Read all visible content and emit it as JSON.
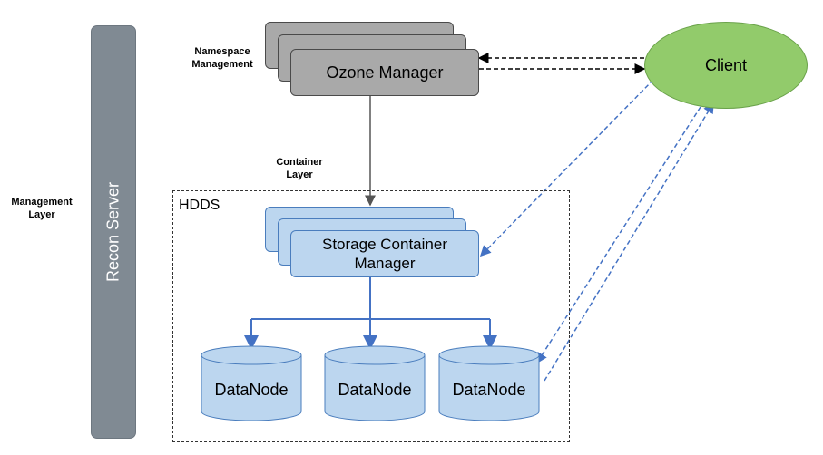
{
  "layers": {
    "management": "Management\nLayer",
    "namespace": "Namespace\nManagement",
    "container": "Container\nLayer"
  },
  "recon_server": "Recon Server",
  "ozone_manager": "Ozone Manager",
  "client": "Client",
  "hdds": "HDDS",
  "scm": "Storage Container\nManager",
  "datanodes": [
    "DataNode",
    "DataNode",
    "DataNode"
  ],
  "colors": {
    "om_fill": "#a9a9a9",
    "scm_fill": "#bcd6ef",
    "client_fill": "#92cb6b",
    "recon_fill": "#808a93",
    "blue_line": "#4472c4"
  }
}
